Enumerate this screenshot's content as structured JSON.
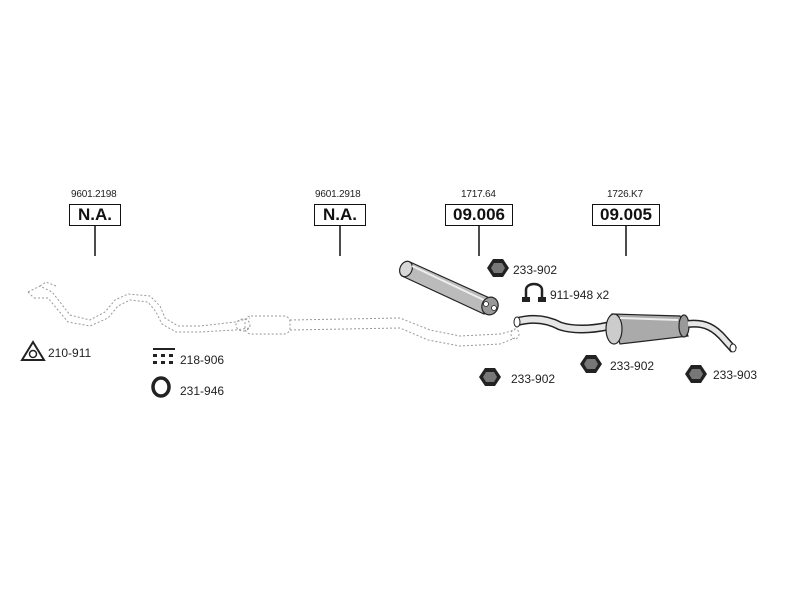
{
  "assemblies": [
    {
      "ref": "9601.2198",
      "code": "N.A."
    },
    {
      "ref": "9601.2918",
      "code": "N.A."
    },
    {
      "ref": "1717.64",
      "code": "09.006"
    },
    {
      "ref": "1726.K7",
      "code": "09.005"
    }
  ],
  "parts": [
    {
      "label": "210-911",
      "icon": "gasket-triangle-icon"
    },
    {
      "label": "218-906",
      "icon": "bolt-kit-icon"
    },
    {
      "label": "231-946",
      "icon": "sealing-ring-icon"
    },
    {
      "label": "233-902",
      "icon": "rubber-hanger-icon"
    },
    {
      "label": "911-948 x2",
      "icon": "pipe-clamp-icon"
    },
    {
      "label": "233-902",
      "icon": "rubber-hanger-icon"
    },
    {
      "label": "233-902",
      "icon": "rubber-hanger-icon"
    },
    {
      "label": "233-903",
      "icon": "rubber-hanger-icon"
    }
  ],
  "colors": {
    "line": "#111111",
    "dotted": "#999999",
    "muffler": "#888888"
  }
}
